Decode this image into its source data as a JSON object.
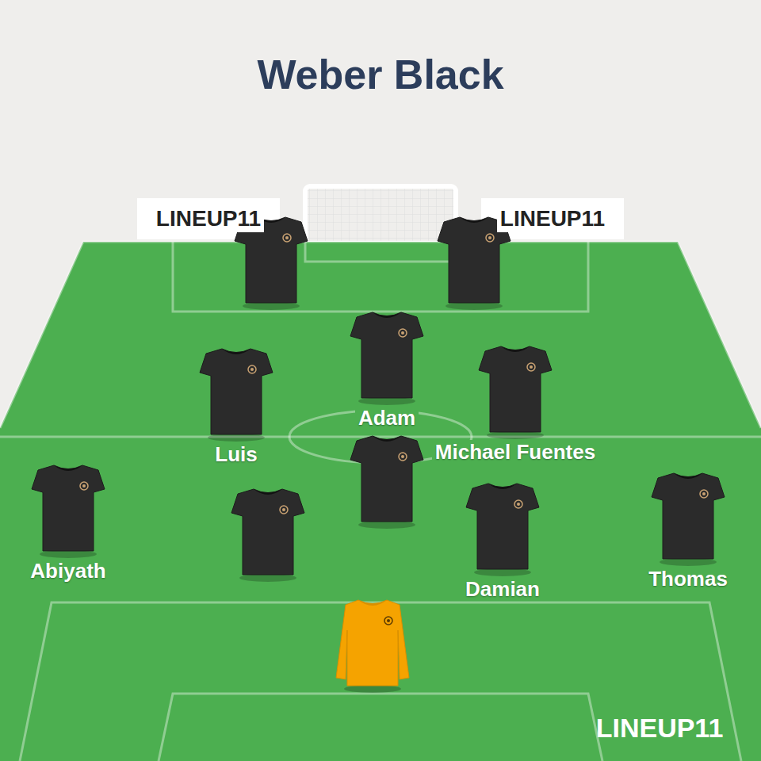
{
  "diagram": {
    "title": "Weber Black",
    "nodes": [
      {
        "text": [
          "Adam"
        ]
      },
      {
        "text": [
          "Luis"
        ]
      },
      {
        "text": [
          "Michael Fuentes"
        ]
      },
      {
        "text": [
          "Abiyath"
        ]
      },
      {
        "text": [
          "Damian"
        ]
      },
      {
        "text": [
          "Thomas"
        ]
      }
    ],
    "labels": [
      "LINEUP11",
      "LINEUP11",
      "LINEUP11"
    ]
  }
}
